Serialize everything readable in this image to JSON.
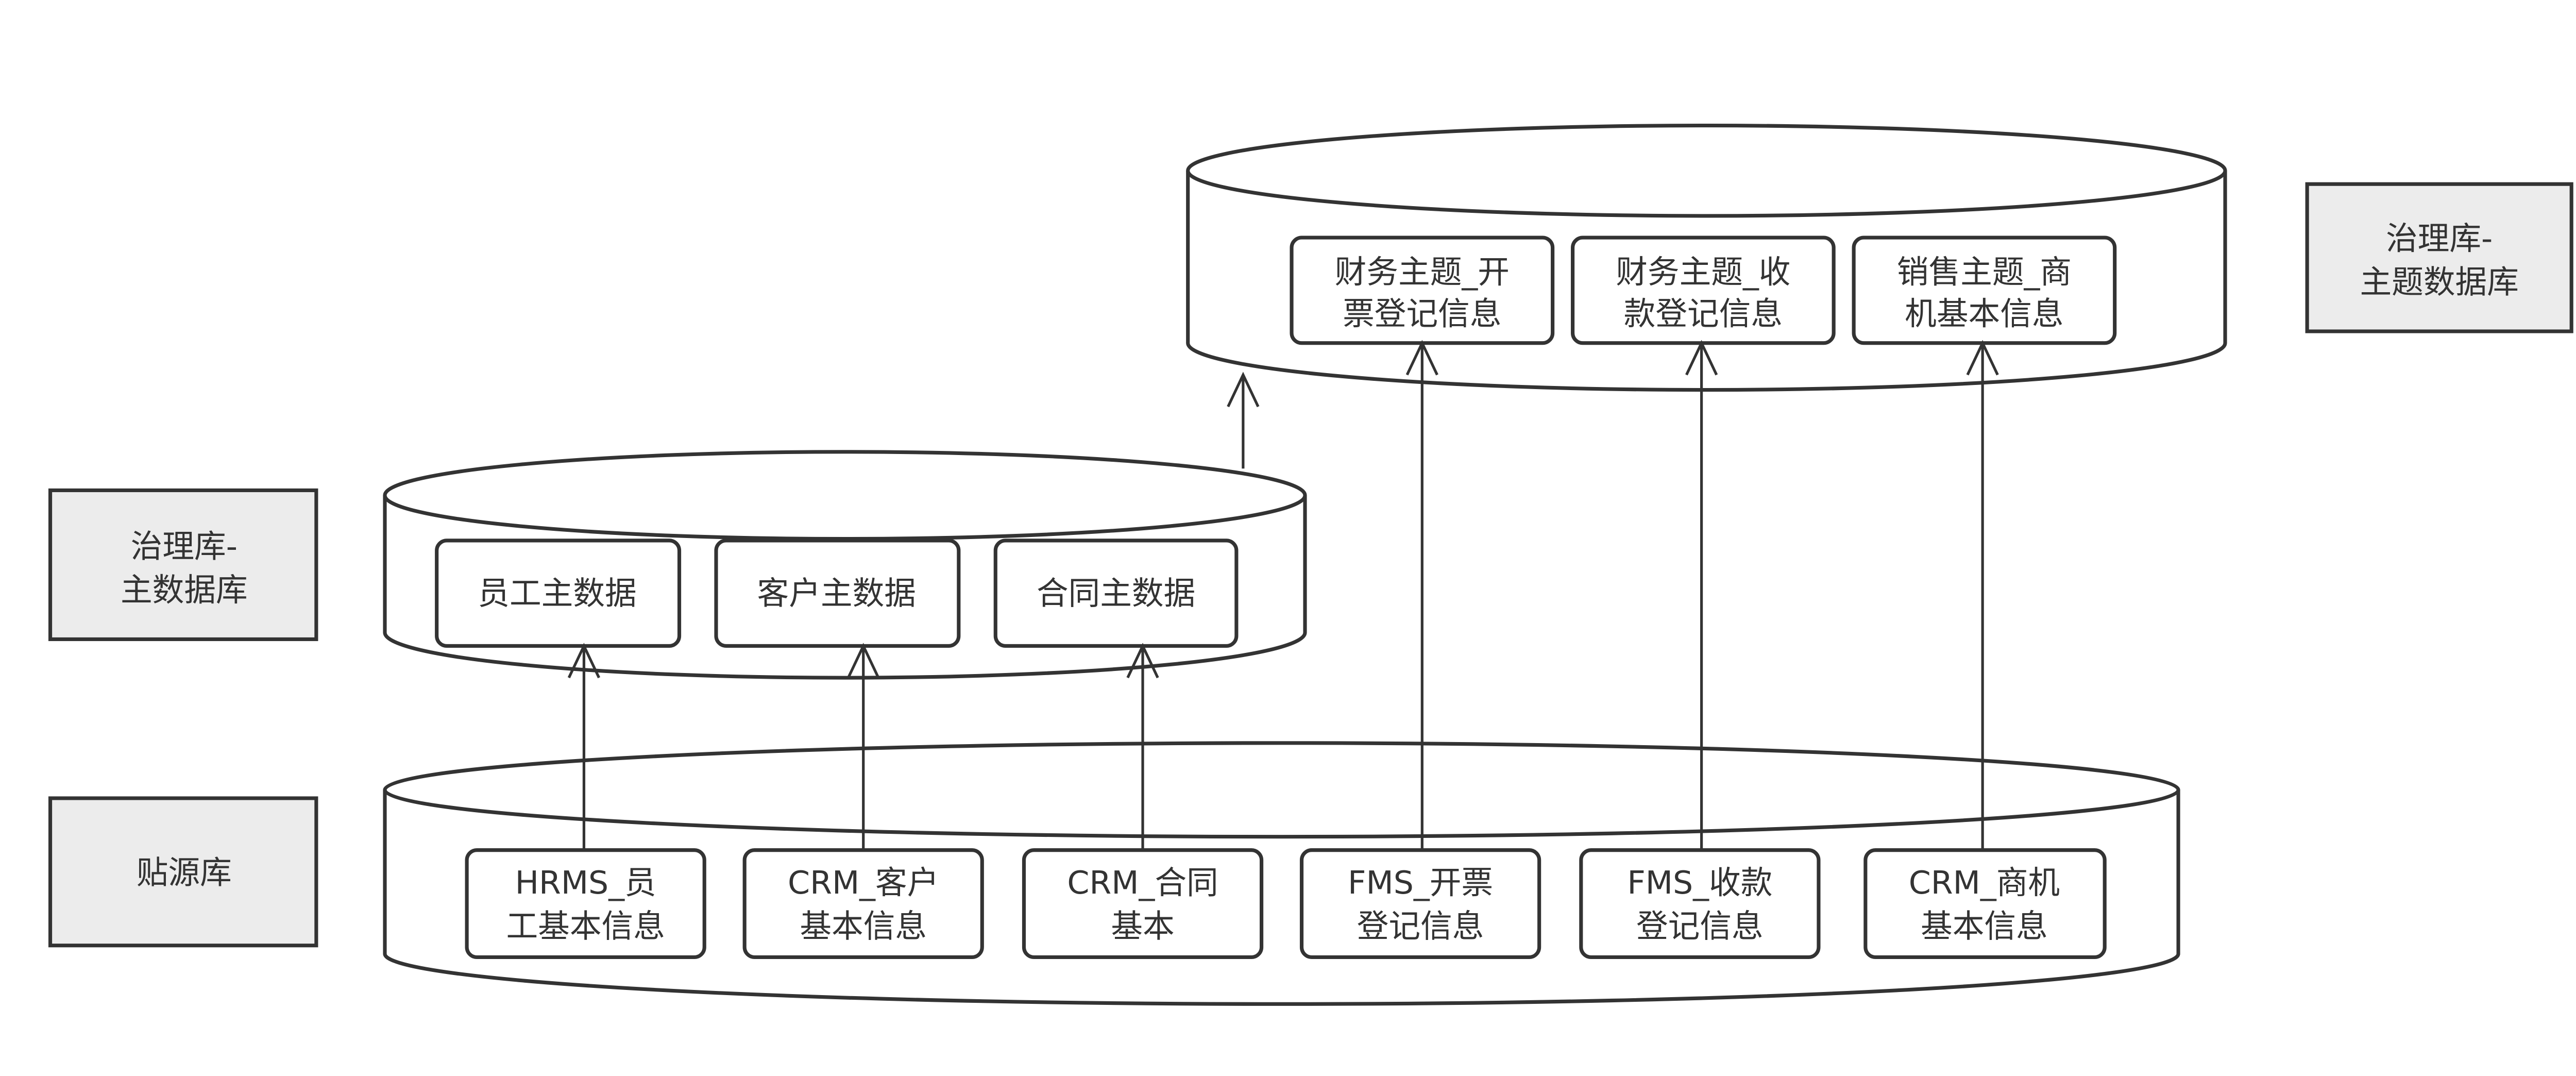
{
  "labels": {
    "theme_db": [
      "治理库-",
      "主题数据库"
    ],
    "master_db": [
      "治理库-",
      "主数据库"
    ],
    "source_db": [
      "贴源库"
    ]
  },
  "theme_items": [
    [
      "财务主题_开",
      "票登记信息"
    ],
    [
      "财务主题_收",
      "款登记信息"
    ],
    [
      "销售主题_商",
      "机基本信息"
    ]
  ],
  "master_items": [
    [
      "员工主数据"
    ],
    [
      "客户主数据"
    ],
    [
      "合同主数据"
    ]
  ],
  "source_items": [
    [
      "HRMS_员",
      "工基本信息"
    ],
    [
      "CRM_客户",
      "基本信息"
    ],
    [
      "CRM_合同",
      "基本"
    ],
    [
      "FMS_开票",
      "登记信息"
    ],
    [
      "FMS_收款",
      "登记信息"
    ],
    [
      "CRM_商机",
      "基本信息"
    ]
  ],
  "colors": {
    "stroke": "#333333",
    "label_fill": "#ececec"
  }
}
